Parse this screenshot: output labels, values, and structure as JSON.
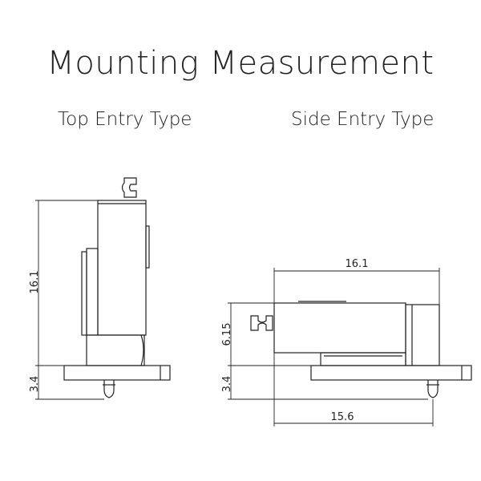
{
  "title": "Mounting Measurement",
  "top_entry": {
    "label": "Top Entry Type",
    "height_dim": "16.1",
    "base_dim": "3.4"
  },
  "side_entry": {
    "label": "Side Entry Type",
    "length_dim": "16.1",
    "height_dim": "6.15",
    "base_dim": "3.4",
    "bottom_dim": "15.6"
  },
  "colors": {
    "line": "#222222",
    "background": "#ffffff"
  }
}
